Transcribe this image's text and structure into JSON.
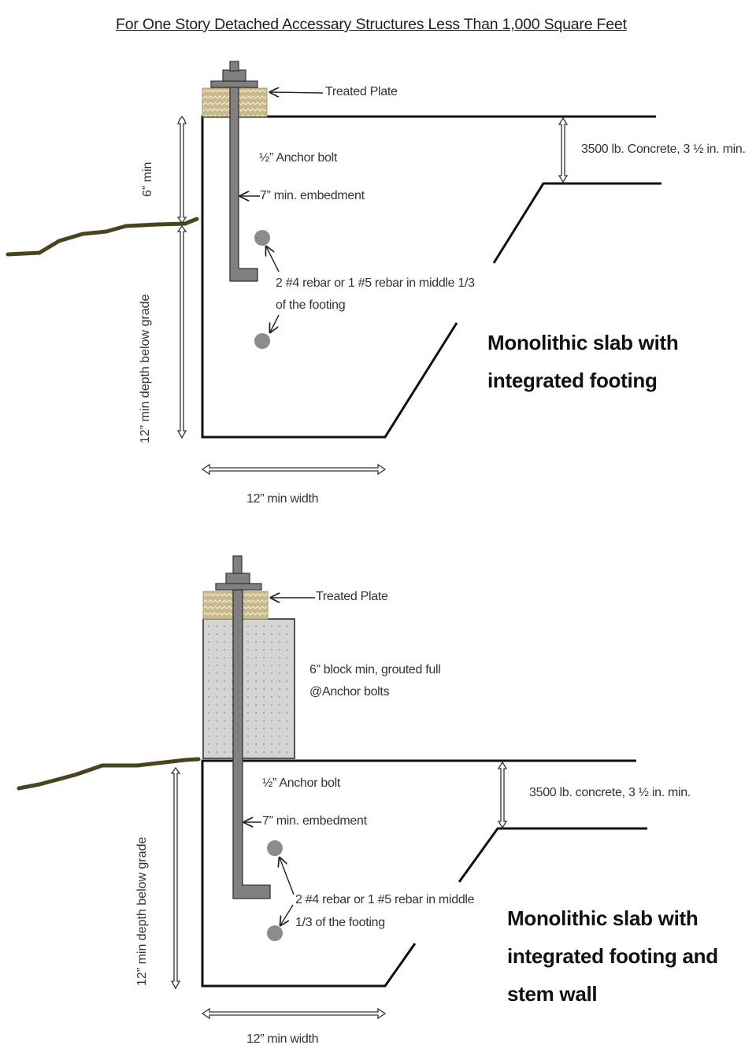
{
  "title": "For One Story Detached Accessary Structures Less Than 1,000 Square Feet",
  "colors": {
    "outline": "#111111",
    "bolt": "#808080",
    "bolt_stroke": "#333333",
    "plate": "#c8b98a",
    "plate_pattern": "#f2ecd6",
    "block": "#d4d4d4",
    "block_dot": "#8a8a8a",
    "ground": "#4a4320",
    "rebar": "#8c8c8c"
  },
  "diagram1": {
    "treated_plate": "Treated Plate",
    "slab_thickness": "3500 lb. Concrete, 3 ½ in. min.",
    "anchor_bolt": "½” Anchor bolt",
    "embedment": "7” min. embedment",
    "rebar_line1": "2 #4 rebar or 1 #5 rebar in middle 1/3",
    "rebar_line2": "of the footing",
    "height_above_grade": "6” min",
    "depth_below_grade": "12”  min depth below  grade",
    "width": "12” min width",
    "caption_line1": "Monolithic slab with",
    "caption_line2": "integrated footing"
  },
  "diagram2": {
    "treated_plate": "Treated Plate",
    "block_line1": "6” block min, grouted full",
    "block_line2": "@Anchor bolts",
    "anchor_bolt": "½” Anchor bolt",
    "embedment": "7” min. embedment",
    "slab_thickness": "3500 lb. concrete, 3 ½ in. min.",
    "rebar_line1": "2 #4 rebar or 1 #5 rebar in middle",
    "rebar_line2": "1/3 of the footing",
    "depth_below_grade": "12” min depth below grade",
    "width": "12” min width",
    "caption_line1": "Monolithic slab with",
    "caption_line2": "integrated footing and",
    "caption_line3": "stem wall"
  }
}
